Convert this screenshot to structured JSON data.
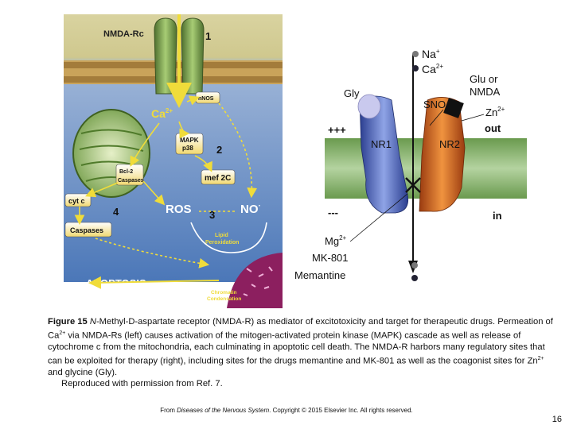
{
  "left_figure": {
    "receptor_label": "NMDA-Rc",
    "num1": "1",
    "num2": "2",
    "num3": "3",
    "num4": "4",
    "ca": "Ca",
    "ca_sup": "2+",
    "nnos": "nNOS",
    "mapk": "MAPK",
    "p38": "p38",
    "mef2c": "mef 2C",
    "bcl2": "Bcl-2",
    "caspases_mito": "Caspases",
    "cytc": "cyt c",
    "ros": "ROS",
    "no": "NO",
    "no_sup": "·",
    "lipid1": "Lipid",
    "lipid2": "Peroxidation",
    "caspases": "Caspases",
    "apoptosis": "APOPTOSIS",
    "chromatin1": "Chromatin",
    "chromatin2": "Condensation"
  },
  "right_figure": {
    "na": "Na",
    "na_sup": "+",
    "ca": "Ca",
    "ca_sup": "2+",
    "gly": "Gly",
    "glu_or": "Glu or",
    "nmda": "NMDA",
    "sno": "SNO",
    "zn": "Zn",
    "zn_sup": "2+",
    "plus": "+++",
    "minus": "---",
    "out": "out",
    "in": "in",
    "nr1": "NR1",
    "nr2": "NR2",
    "mg": "Mg",
    "mg_sup": "2+",
    "mk801": "MK-801",
    "memantine": "Memantine"
  },
  "caption": {
    "label": "Figure 15",
    "text_a": " ",
    "n_italic": "N",
    "text_b": "-Methyl-D-aspartate receptor (NMDA-R) as mediator of excitotoxicity and target for therapeutic drugs. Permeation of Ca",
    "sup1": "2+",
    "text_c": " via NMDA-Rs (left) causes activation of the mitogen-activated protein kinase (MAPK) cascade as well as release of cytochrome c from the mitochondria, each culminating in apoptotic cell death. The NMDA-R harbors many regulatory sites that can be exploited for therapy (right), including sites for the drugs memantine and MK-801 as well as the coagonist sites for Zn",
    "sup2": "2+",
    "text_d": " and glycine (Gly).",
    "credit": "Reproduced with permission from Ref. 7."
  },
  "footer": {
    "from": "From ",
    "book": "Diseases of the Nervous System",
    "rest": ". Copyright © 2015 Elsevier Inc. All rights reserved.",
    "page": "16"
  }
}
